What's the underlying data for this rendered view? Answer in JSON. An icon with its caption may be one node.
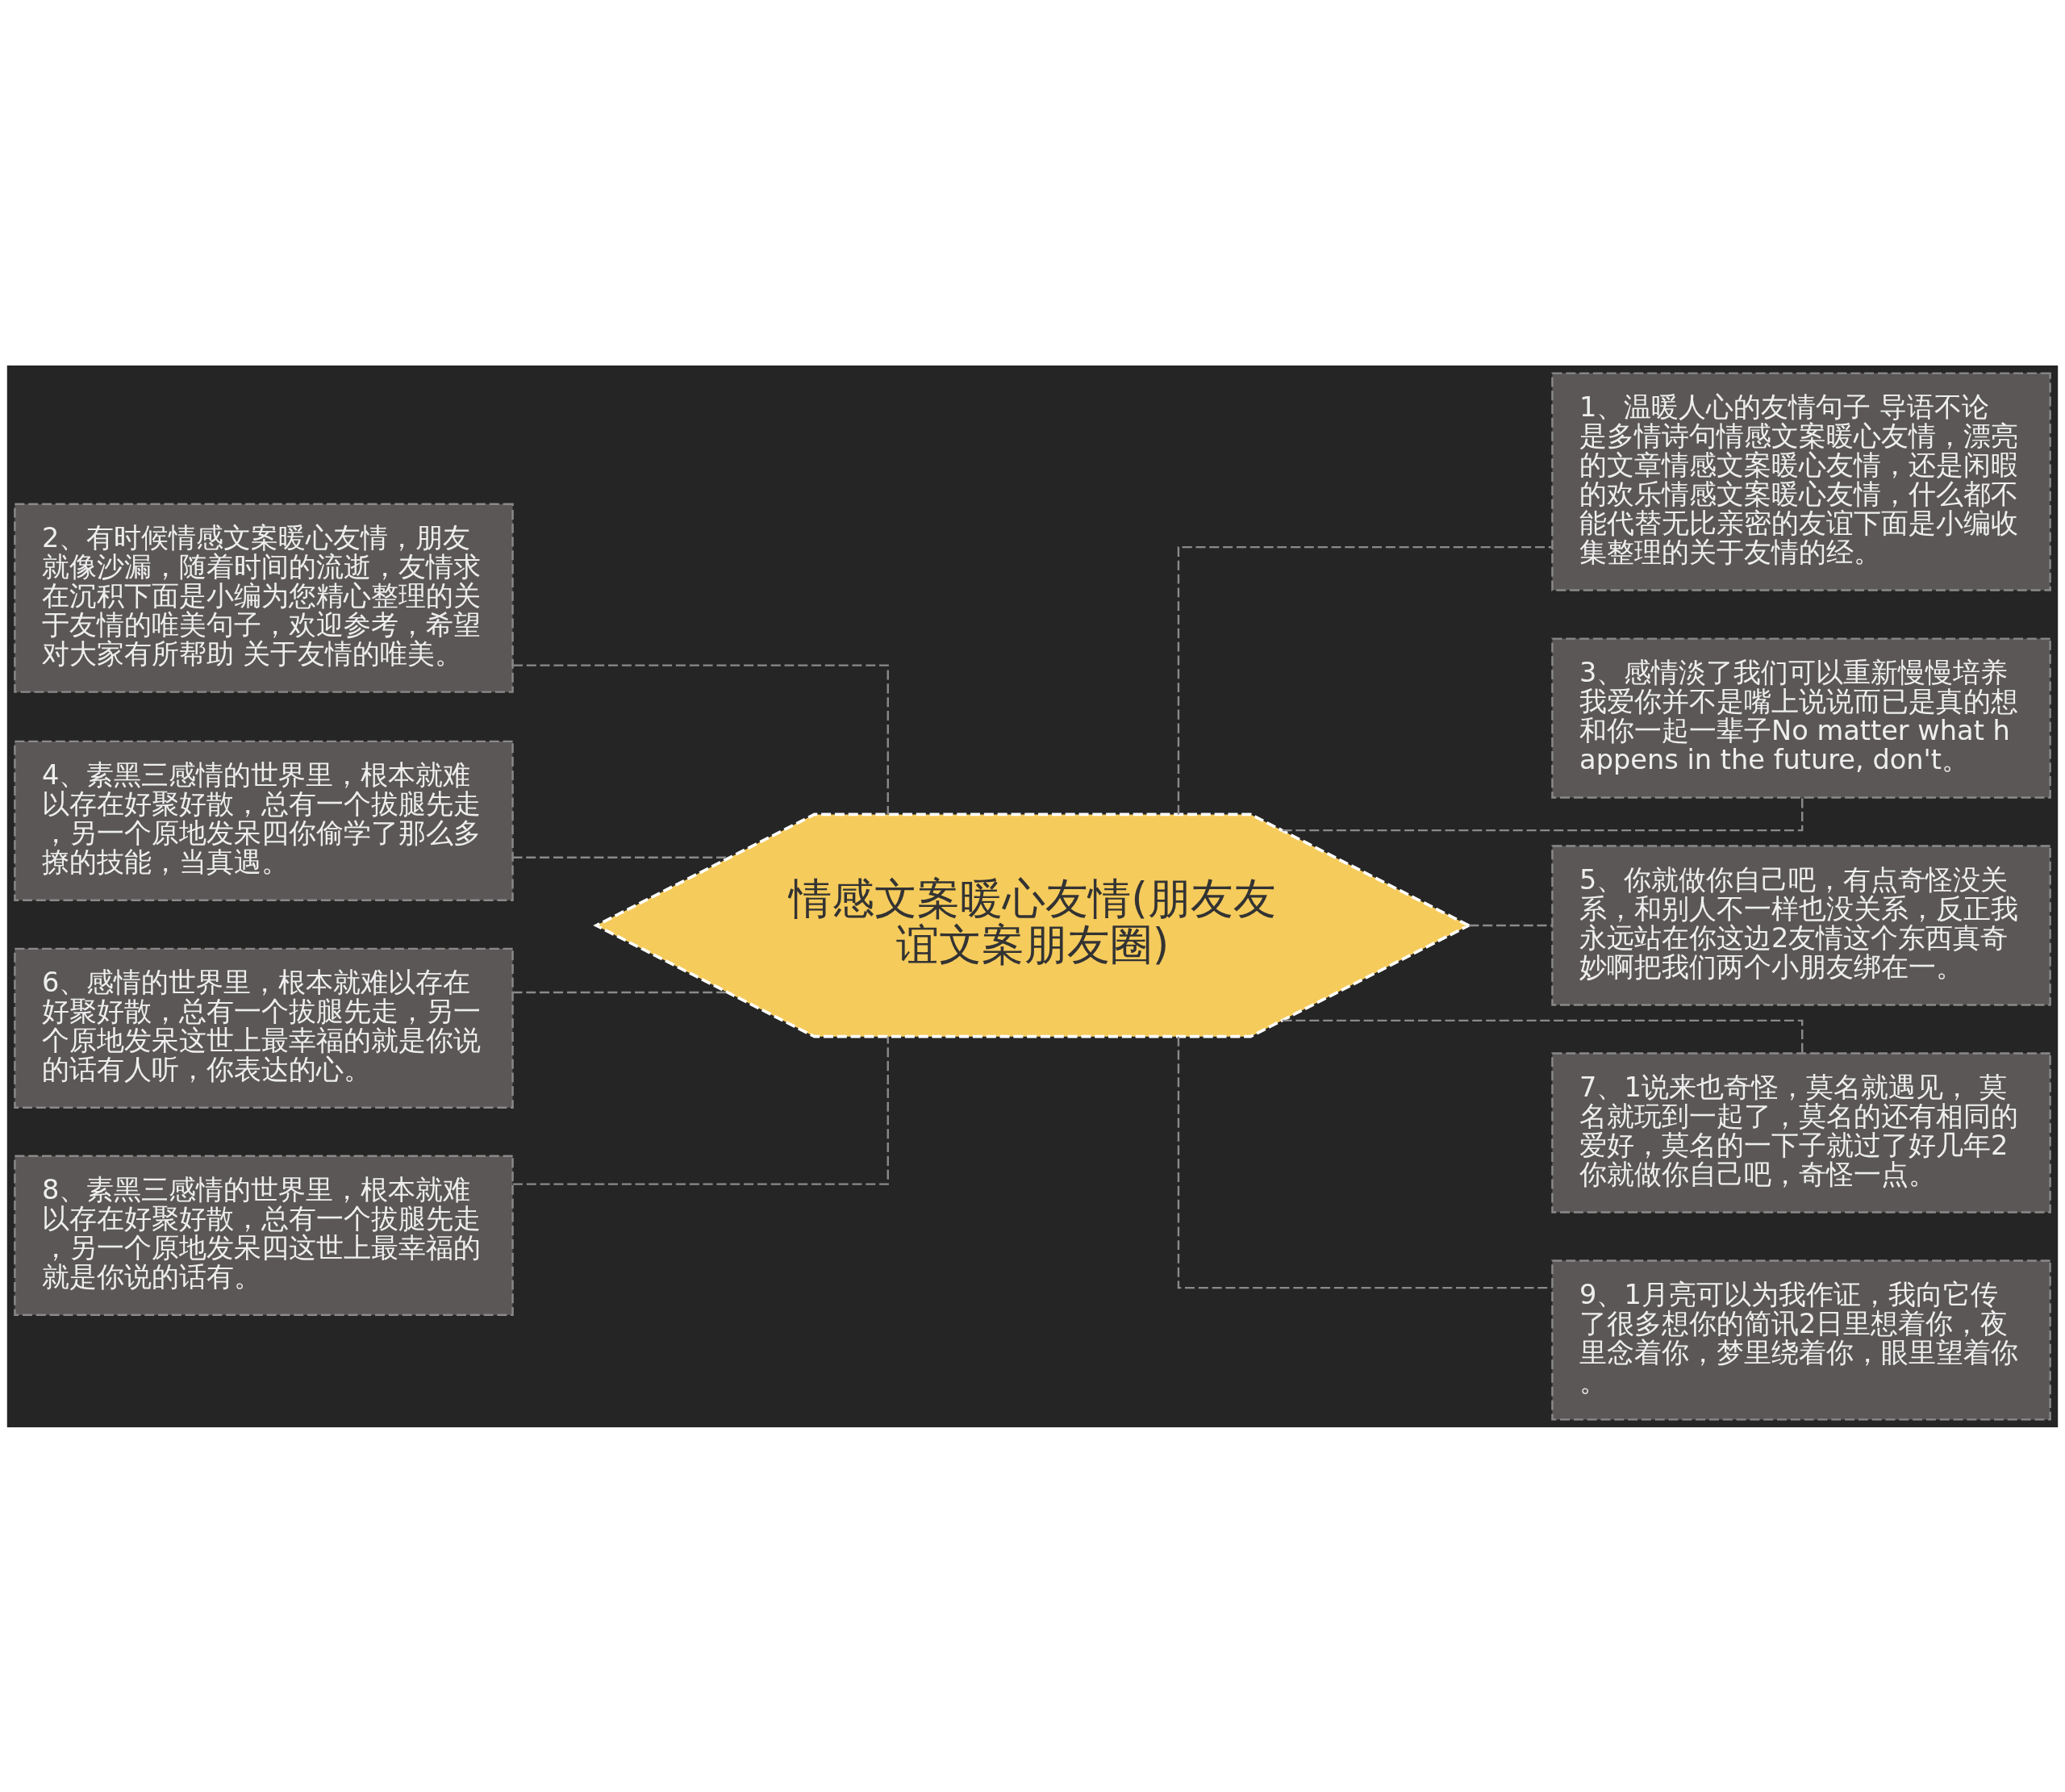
{
  "diagram": {
    "nodes": [
      {
        "text": [
          "情感文案暖心友情(朋友友谊文案朋友圈)"
        ]
      },
      {
        "text": [
          "1、温暖人心的友情句子 导语不论是多情诗句情感文案暖心友情，漂亮的文章情感文案暖心友情，还是闲暇的欢乐情感文案暖心友情，什么都不能代替无比亲密的友谊下面是小编收集整理的关于友情的经。"
        ]
      },
      {
        "text": [
          "2、有时候情感文案暖心友情，朋友就像沙漏，随着时间的流逝，友情求在沉积下面是小编为您精心整理的关于友情的唯美句子，欢迎参考，希望对大家有所帮助 关于友情的唯美。"
        ]
      },
      {
        "text": [
          "3、感情淡了我们可以重新慢慢培养我爱你并不是嘴上说说而已是真的想和你一起一辈子No matter what happens in the future, don't。"
        ]
      },
      {
        "text": [
          "4、素黑三感情的世界里，根本就难以存在好聚好散，总有一个拔腿先走，另一个原地发呆四你偷学了那么多撩的技能，当真遇。"
        ]
      },
      {
        "text": [
          "5、你就做你自己吧，有点奇怪没关系，和别人不一样也没关系，反正我永远站在你这边2友情这个东西真奇妙啊把我们两个小朋友绑在一。"
        ]
      },
      {
        "text": [
          "6、感情的世界里，根本就难以存在好聚好散，总有一个拔腿先走，另一个原地发呆这世上最幸福的就是你说的话有人听，你表达的心。"
        ]
      },
      {
        "text": [
          "7、1说来也奇怪，莫名就遇见， 莫名就玩到一起了，莫名的还有相同的爱好，莫名的一下子就过了好几年2你就做你自己吧，奇怪一点。"
        ]
      },
      {
        "text": [
          "8、素黑三感情的世界里，根本就难以存在好聚好散，总有一个拔腿先走，另一个原地发呆四这世上最幸福的就是你说的话有。"
        ]
      },
      {
        "text": [
          "9、1月亮可以为我作证，我向它传了很多想你的简讯2日里想着你，夜里念着你，梦里绕着你，眼里望着你。"
        ]
      }
    ],
    "edges": [
      {
        "from": 0,
        "to": 1,
        "arrow": "none",
        "style": "dashed"
      },
      {
        "from": 2,
        "to": 0,
        "arrow": "none",
        "style": "dashed"
      },
      {
        "from": 0,
        "to": 3,
        "arrow": "none",
        "style": "dashed"
      },
      {
        "from": 4,
        "to": 0,
        "arrow": "none",
        "style": "dashed"
      },
      {
        "from": 0,
        "to": 5,
        "arrow": "none",
        "style": "dashed"
      },
      {
        "from": 6,
        "to": 0,
        "arrow": "none",
        "style": "dashed"
      },
      {
        "from": 0,
        "to": 7,
        "arrow": "none",
        "style": "dashed"
      },
      {
        "from": 8,
        "to": 0,
        "arrow": "none",
        "style": "dashed"
      },
      {
        "from": 0,
        "to": 9,
        "arrow": "none",
        "style": "dashed"
      }
    ]
  }
}
